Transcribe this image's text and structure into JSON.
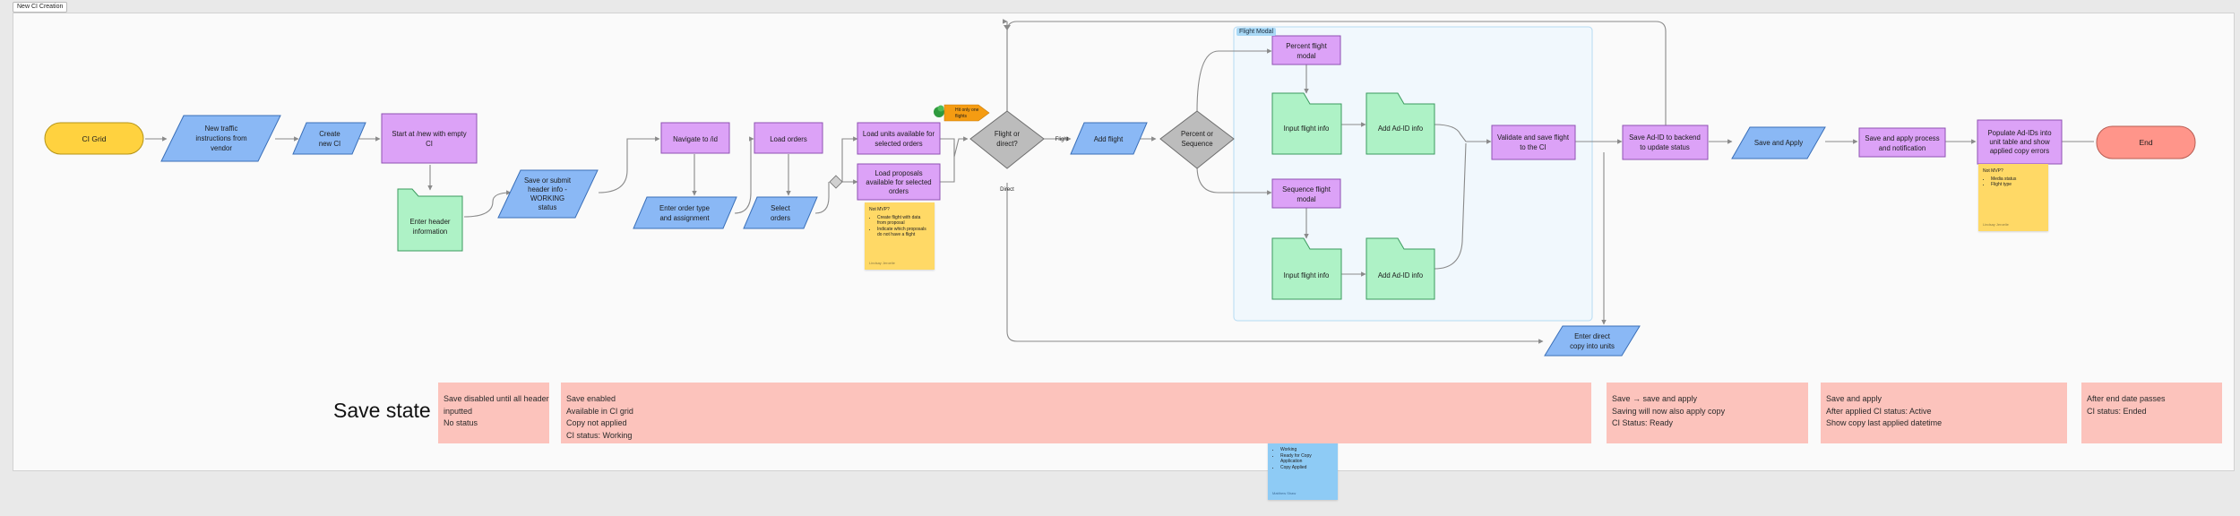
{
  "frame": {
    "label": "New CI Creation"
  },
  "modal": {
    "label": "Flight Modal"
  },
  "nodes": {
    "ci_grid": "CI Grid",
    "new_traffic": [
      "New traffic",
      "instructions from",
      "vendor"
    ],
    "create_new_ci": [
      "Create",
      "new CI"
    ],
    "start_new": [
      "Start at /new with empty",
      "CI"
    ],
    "enter_header": [
      "Enter header",
      "information"
    ],
    "save_submit": [
      "Save or submit",
      "header info -",
      "WORKING",
      "status"
    ],
    "navigate_id": "Navigate to /id",
    "enter_order_type": [
      "Enter order type",
      "and assignment"
    ],
    "load_orders": "Load orders",
    "select_orders": [
      "Select",
      "orders"
    ],
    "load_units": [
      "Load units available for",
      "selected orders"
    ],
    "load_proposals": [
      "Load proposals",
      "available for selected",
      "orders"
    ],
    "flight_or_direct": [
      "Flight or",
      "direct?"
    ],
    "add_flight": "Add flight",
    "percent_or_sequence": [
      "Percent or",
      "Sequence"
    ],
    "percent_modal": [
      "Percent flight",
      "modal"
    ],
    "sequence_modal": [
      "Sequence flight",
      "modal"
    ],
    "input_flight_1": "Input flight info",
    "input_flight_2": "Input flight info",
    "add_adid_1": "Add Ad-ID info",
    "add_adid_2": "Add Ad-ID info",
    "validate_save": [
      "Validate and save flight",
      "to the CI"
    ],
    "save_adid": [
      "Save Ad-ID to backend",
      "to update status"
    ],
    "save_apply": "Save and Apply",
    "save_apply_process": [
      "Save and apply process",
      "and notification"
    ],
    "populate_adids": [
      "Populate Ad-IDs into",
      "unit table and show",
      "applied copy errors"
    ],
    "end": "End",
    "enter_direct_copy": [
      "Enter direct",
      "copy into units"
    ]
  },
  "edge_labels": {
    "flight": "Flight",
    "direct": "Direct"
  },
  "badge": {
    "text": [
      "Hit only one",
      "flights"
    ]
  },
  "notes": {
    "note1": {
      "title": "Not MVP?",
      "items": [
        "Create flight with data from proposal",
        "Indicate which proposals do not have a flight"
      ],
      "author": "Lindsay Jeroelie"
    },
    "note2": {
      "title": "Not MVP?",
      "items": [
        "Media status",
        "Flight type"
      ],
      "author": "Lindsay Jeroelie"
    },
    "note3": {
      "title": "Suggestion: Should we have more statuses:",
      "items": [
        "Working",
        "Ready for Copy Application",
        "Copy Applied"
      ],
      "author": "Matthew Shaw"
    }
  },
  "save_state": {
    "title": "Save state",
    "blocks": [
      [
        "Save disabled until all header",
        "inputted",
        "No status"
      ],
      [
        "Save enabled",
        "Available in CI grid",
        "Copy not applied",
        "CI status: Working"
      ],
      [
        "Save → save and apply",
        "Saving will now also apply copy",
        "CI Status: Ready"
      ],
      [
        "Save and apply",
        "After applied CI status: Active",
        "Show copy last applied datetime"
      ],
      [
        "After end date passes",
        "CI status: Ended"
      ]
    ]
  },
  "colors": {
    "terminal_start": "#ffd23f",
    "terminal_end": "#ff958a",
    "process": "#dca2f7",
    "io": "#8ab8f5",
    "decision": "#bcbcbc",
    "folder": "#aef2c6",
    "save_state": "#fcc3bc",
    "badge": "#f59c12"
  }
}
